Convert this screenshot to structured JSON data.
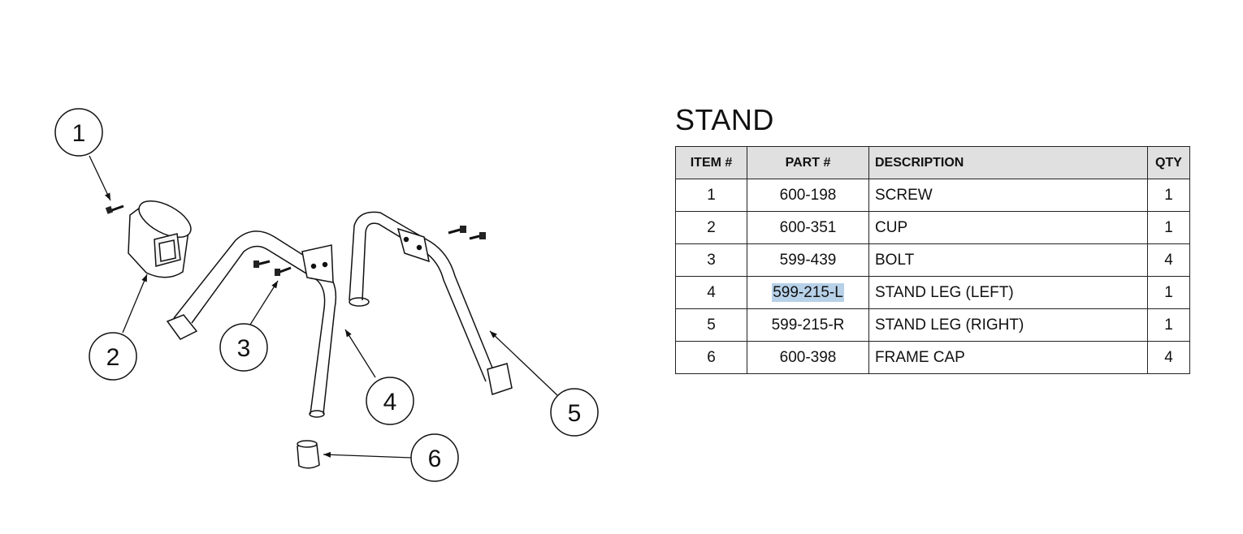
{
  "diagram": {
    "balloons": [
      {
        "label": "1"
      },
      {
        "label": "2"
      },
      {
        "label": "3"
      },
      {
        "label": "4"
      },
      {
        "label": "5"
      },
      {
        "label": "6"
      }
    ]
  },
  "table": {
    "title": "STAND",
    "headers": {
      "item": "ITEM #",
      "part": "PART #",
      "description": "DESCRIPTION",
      "qty": "QTY"
    },
    "rows": [
      {
        "item": "1",
        "part": "600-198",
        "description": "SCREW",
        "qty": "1"
      },
      {
        "item": "2",
        "part": "600-351",
        "description": "CUP",
        "qty": "1"
      },
      {
        "item": "3",
        "part": "599-439",
        "description": "BOLT",
        "qty": "4"
      },
      {
        "item": "4",
        "part": "599-215-L",
        "description": "STAND LEG (LEFT)",
        "qty": "1"
      },
      {
        "item": "5",
        "part": "599-215-R",
        "description": "STAND LEG (RIGHT)",
        "qty": "1"
      },
      {
        "item": "6",
        "part": "600-398",
        "description": "FRAME CAP",
        "qty": "4"
      }
    ],
    "highlight_color": "#b7d1e8",
    "header_color": "#e0e0e0"
  }
}
